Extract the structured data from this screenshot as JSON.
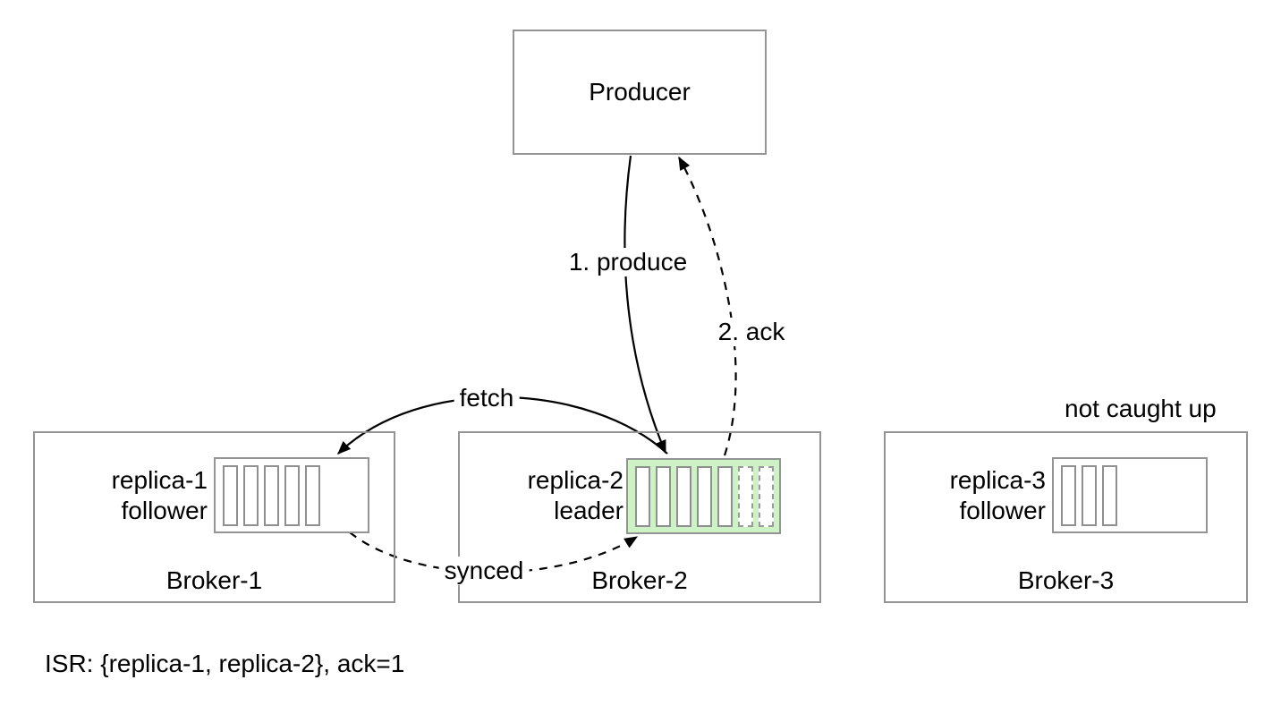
{
  "producer": {
    "label": "Producer"
  },
  "brokers": [
    {
      "name": "Broker-1",
      "replica": "replica-1",
      "role": "follower",
      "log": {
        "committed_segments": 5,
        "pending_segments": 0,
        "is_leader": false
      }
    },
    {
      "name": "Broker-2",
      "replica": "replica-2",
      "role": "leader",
      "log": {
        "committed_segments": 5,
        "pending_segments": 2,
        "is_leader": true
      }
    },
    {
      "name": "Broker-3",
      "replica": "replica-3",
      "role": "follower",
      "log": {
        "committed_segments": 3,
        "pending_segments": 0,
        "is_leader": false
      }
    }
  ],
  "edges": [
    {
      "id": "produce",
      "label": "1. produce",
      "style": "solid",
      "from": "Producer",
      "to": "replica-2"
    },
    {
      "id": "ack",
      "label": "2. ack",
      "style": "dashed",
      "from": "replica-2",
      "to": "Producer"
    },
    {
      "id": "fetch",
      "label": "fetch",
      "style": "solid",
      "from": "replica-2",
      "to": "replica-1"
    },
    {
      "id": "synced",
      "label": "synced",
      "style": "dashed",
      "from": "replica-1",
      "to": "replica-2"
    }
  ],
  "annotations": {
    "not_caught_up": "not caught up",
    "isr": "ISR: {replica-1, replica-2}, ack=1"
  },
  "colors": {
    "leader_log_fill": "#ccf2c6",
    "box_border": "#949494",
    "arrow": "#000000",
    "text": "#000000"
  }
}
